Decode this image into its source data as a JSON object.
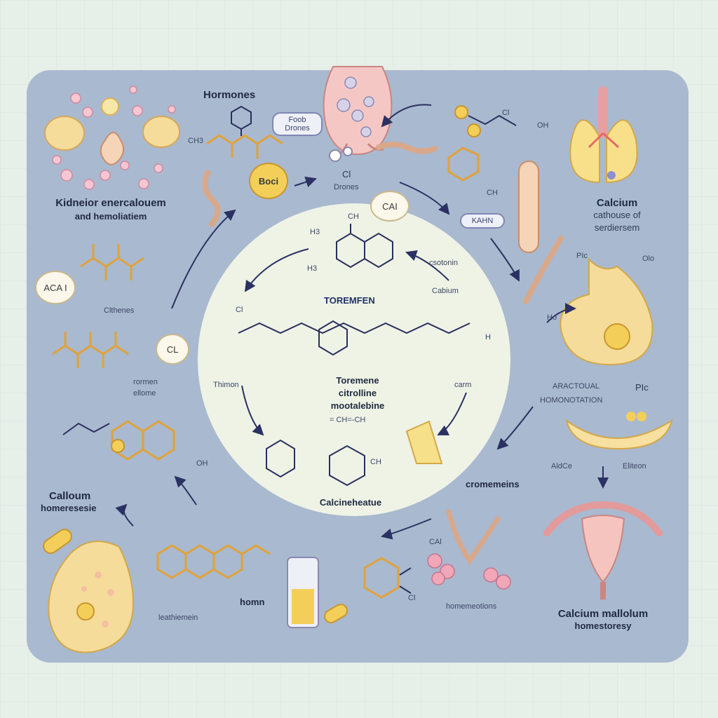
{
  "colors": {
    "background": "#e7efe9",
    "panel": "#a9b9cf",
    "center_circle": "#eef3e6",
    "bond_orange": "#e0a23a",
    "bond_navy": "#2a2f5e",
    "arrow_navy": "#2b3162",
    "cell_yellow": "#f6dc9a",
    "organ_pink": "#f2b7b2"
  },
  "labels": {
    "hormones": "Hormones",
    "food_bubble_line1": "Foob",
    "food_bubble_line2": "Drones",
    "boci": "Boci",
    "cl_top": "Cl",
    "drones": "Drones",
    "cai": "CAI",
    "kahn": "KAHN",
    "kidney_line1": "Kidneior enercalouem",
    "kidney_line2": "and hemoliatiem",
    "aca": "ACA I",
    "clthemes": "Clthenes",
    "cl_left": "CL",
    "rormen": "rormen",
    "eliome": "ellome",
    "calloum_line1": "Calloum",
    "calloum_line2": "homeresesie",
    "lungs_line1": "Calcium",
    "lungs_line2": "cathouse of",
    "lungs_line3": "serdiersem",
    "acactoual": "ARACTOUAL",
    "homonotation": "HOMONOTATION",
    "pic_right": "PIc",
    "cromemeins": "cromemeins",
    "aldce": "AldCe",
    "eliteon": "Eliteon",
    "uterus_line1": "Calcium mallolum",
    "uterus_line2": "homestoresy",
    "leathiemein": "leathiemein",
    "hormn": "homn",
    "homemeotions": "homemeotions",
    "toremifen": "TOREMFEN",
    "toremene_line1": "Toremene",
    "toremene_line2": "citrolline",
    "toremene_line3": "mootalebine",
    "calcineheatue": "Calcineheatue",
    "thimon": "Thimon",
    "cstomin": "csotonin",
    "cabium": "Cabium",
    "carm": "carm",
    "ch_top_center": "CH",
    "h3_top": "H3",
    "h3_mid": "H3",
    "ch_bottom_ring": "CH",
    "ch_right_chain": "H",
    "chem_formula": "= CH=-CH",
    "hormones_ch3": "CH3",
    "oh_top": "OH",
    "cl_small": "Cl",
    "cl_small_b": "Cl",
    "cl_frag": "CH",
    "pic_small": "PIc",
    "po_small": "Olo",
    "ho_small": "Ho",
    "cl_bottom_frag": "Cl",
    "oh_bottom": "OH",
    "cal_bottom": "CAl"
  }
}
